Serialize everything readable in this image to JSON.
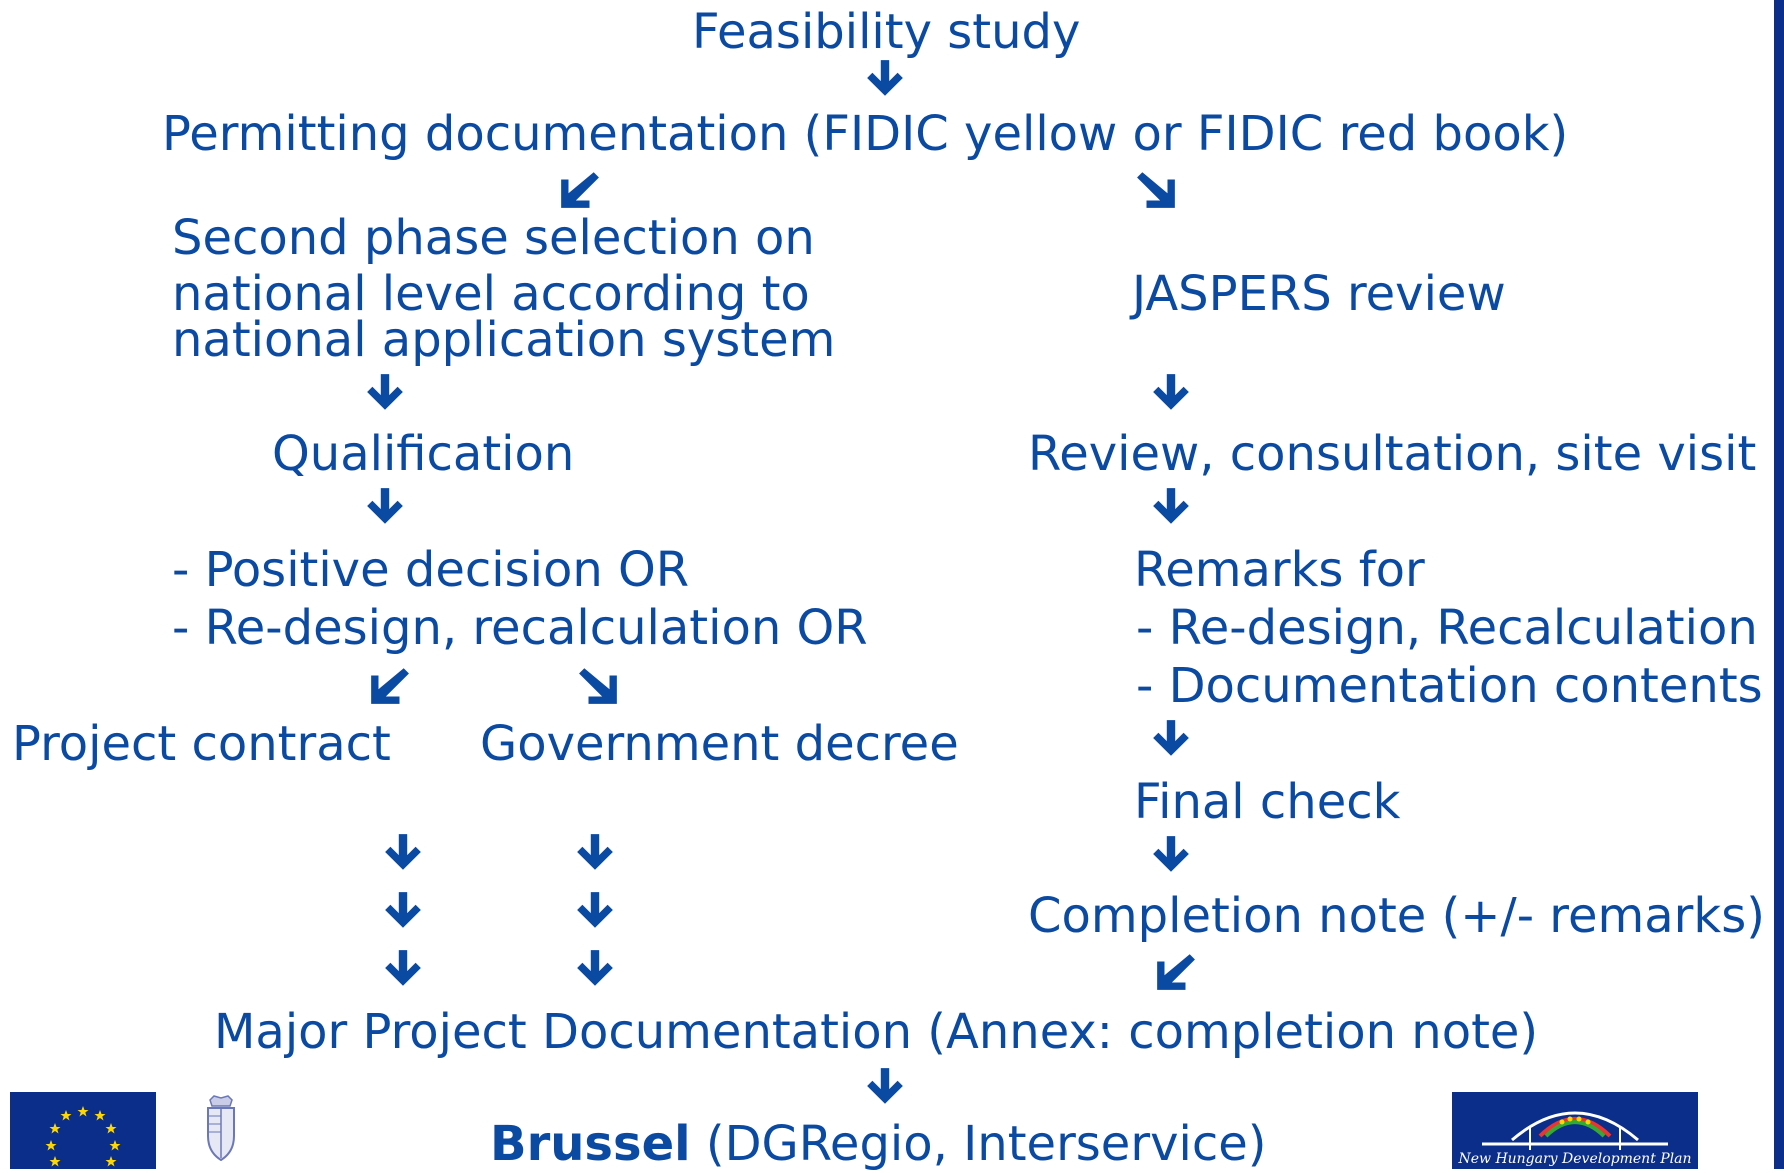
{
  "flow": {
    "feasibility": "Feasibility study",
    "permitting": "Permitting documentation (FIDIC yellow or FIDIC red book)",
    "second_phase_1": "Second phase selection on",
    "second_phase_2": "national level according to",
    "second_phase_3": "national application system",
    "jaspers": "JASPERS review",
    "qualification": "Qualification",
    "review": "Review, consultation, site visit",
    "positive": "- Positive decision OR",
    "redesign": "- Re-design, recalculation OR",
    "remarks": "Remarks for",
    "remarks_redesign": "- Re-design, Recalculation",
    "remarks_docs": "- Documentation contents",
    "project_contract": "Project contract",
    "gov_decree": "Government decree",
    "final_check": "Final check",
    "completion_note": "Completion note (+/- remarks)",
    "major_project": "Major Project Documentation (Annex: completion note)",
    "brussel_bold": "Brussel",
    "brussel_rest": " (DGRegio, Interservice)"
  },
  "logos": {
    "ndp_text": "New Hungary Development Plan"
  },
  "colors": {
    "text": "#0b4aa2",
    "eu_blue": "#0b2e8a",
    "star": "#ffd700"
  }
}
